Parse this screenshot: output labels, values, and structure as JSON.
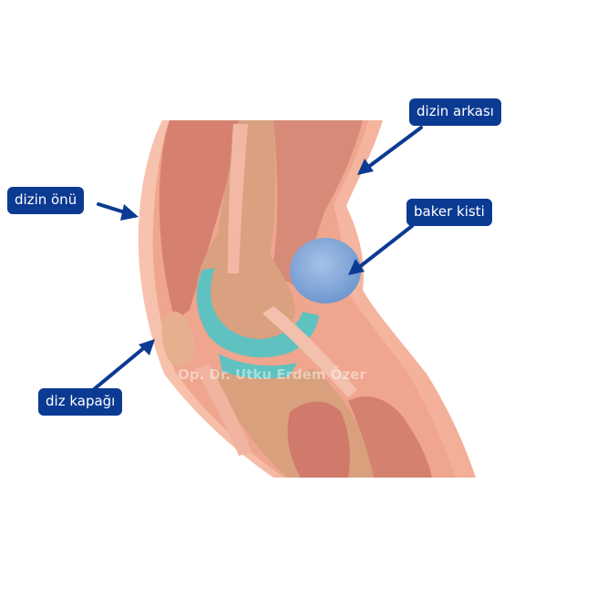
{
  "labels": {
    "back_of_knee": "dizin arkası",
    "front_of_knee": "dizin önü",
    "baker_cyst": "baker kisti",
    "kneecap": "diz kapağı"
  },
  "watermark": "Op. Dr. Utku Erdem Özer",
  "colors": {
    "label_bg": "#0b3a93",
    "label_text": "#ffffff",
    "arrow": "#0b3a93",
    "skin": "#f6b9a3",
    "muscle": "#d98574",
    "bone": "#d9a27f",
    "cartilage": "#5fc2c0",
    "cyst": "#7ea6d6"
  }
}
